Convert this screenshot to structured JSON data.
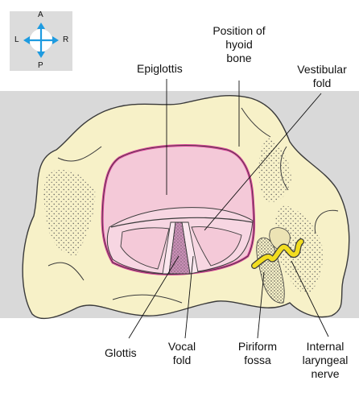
{
  "orientation": {
    "anterior": "A",
    "posterior": "P",
    "left": "L",
    "right": "R",
    "arrow_color": "#1e9be0"
  },
  "labels": {
    "epiglottis": "Epiglottis",
    "hyoid_line1": "Position of",
    "hyoid_line2": "hyoid",
    "hyoid_line3": "bone",
    "vestibular_line1": "Vestibular",
    "vestibular_line2": "fold",
    "glottis": "Glottis",
    "vocal_line1": "Vocal",
    "vocal_line2": "fold",
    "piriform_line1": "Piriform",
    "piriform_line2": "fossa",
    "nerve_line1": "Internal",
    "nerve_line2": "laryngeal",
    "nerve_line3": "nerve"
  },
  "colors": {
    "background_band": "#d9d9d9",
    "tissue": "#f7f1c8",
    "epiglottis_fill": "#f4c9d8",
    "epiglottis_outline": "#d9449a",
    "nerve": "#f2dd1f",
    "glottis": "#c98fb6"
  }
}
